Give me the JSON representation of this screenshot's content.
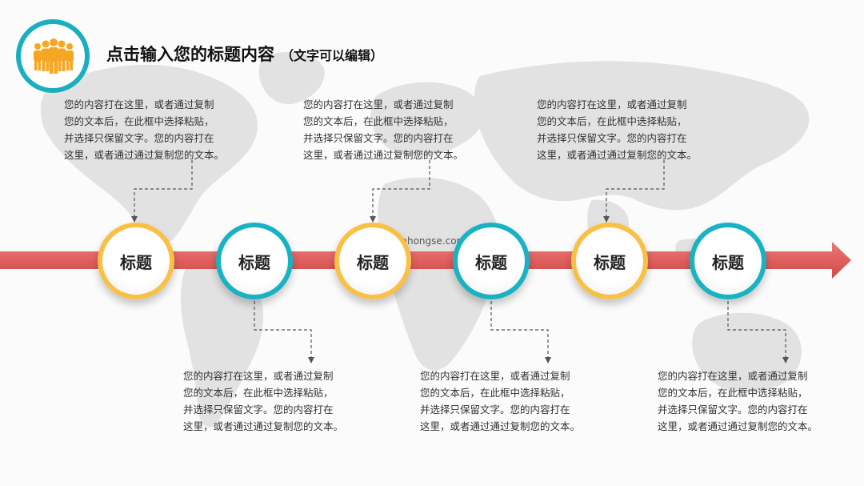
{
  "header": {
    "title": "点击输入您的标题内容",
    "subtitle": "（文字可以编辑）",
    "icon": "people-group-icon"
  },
  "watermark": "dahongse.com",
  "colors": {
    "arrow": "#e0605e",
    "yellow": "#f8c146",
    "teal": "#19b2c3",
    "connector": "#555555",
    "map": "#dcdcdc"
  },
  "nodes": [
    {
      "label": "标题",
      "color": "yellow"
    },
    {
      "label": "标题",
      "color": "teal"
    },
    {
      "label": "标题",
      "color": "yellow"
    },
    {
      "label": "标题",
      "color": "teal"
    },
    {
      "label": "标题",
      "color": "yellow"
    },
    {
      "label": "标题",
      "color": "teal"
    }
  ],
  "top_texts": [
    {
      "lines": [
        "您的内容打在这里，或者通过复制",
        "您的文本后，在此框中选择粘贴，",
        "并选择只保留文字。您的内容打在",
        "这里，或者通过通过复制您的文本。"
      ]
    },
    {
      "lines": [
        "您的内容打在这里，或者通过复制",
        "您的文本后，在此框中选择粘贴，",
        "并选择只保留文字。您的内容打在",
        "这里，或者通过通过复制您的文本。"
      ]
    },
    {
      "lines": [
        "您的内容打在这里，或者通过复制",
        "您的文本后，在此框中选择粘贴，",
        "并选择只保留文字。您的内容打在",
        "这里，或者通过通过复制您的文本。"
      ]
    }
  ],
  "bottom_texts": [
    {
      "lines": [
        "您的内容打在这里，或者通过复制",
        "您的文本后，在此框中选择粘贴，",
        "并选择只保留文字。您的内容打在",
        "这里，或者通过通过复制您的文本。"
      ]
    },
    {
      "lines": [
        "您的内容打在这里，或者通过复制",
        "您的文本后，在此框中选择粘贴，",
        "并选择只保留文字。您的内容打在",
        "这里，或者通过通过复制您的文本。"
      ]
    },
    {
      "lines": [
        "您的内容打在这里，或者通过复制",
        "您的文本后，在此框中选择粘贴，",
        "并选择只保留文字。您的内容打在",
        "这里，或者通过通过复制您的文本。"
      ]
    }
  ]
}
